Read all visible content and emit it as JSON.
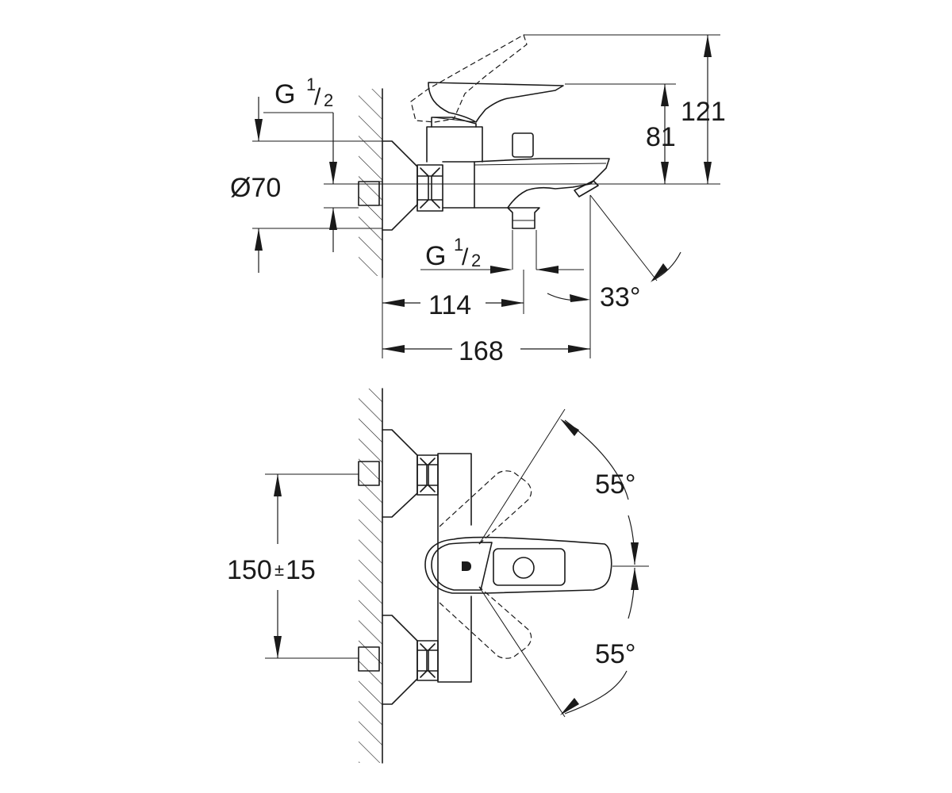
{
  "dimensions": {
    "thread_top": {
      "prefix": "G",
      "num": "1",
      "den": "2"
    },
    "thread_outlet": {
      "prefix": "G",
      "num": "1",
      "den": "2"
    },
    "diameter": "Ø70",
    "height_total": "121",
    "height_spout": "81",
    "depth_outlet": "114",
    "depth_total": "168",
    "spout_angle": "33°",
    "handle_angle_up": "55°",
    "handle_angle_down": "55°",
    "centers_value": "150",
    "centers_pm": "±",
    "centers_tol": "15"
  }
}
